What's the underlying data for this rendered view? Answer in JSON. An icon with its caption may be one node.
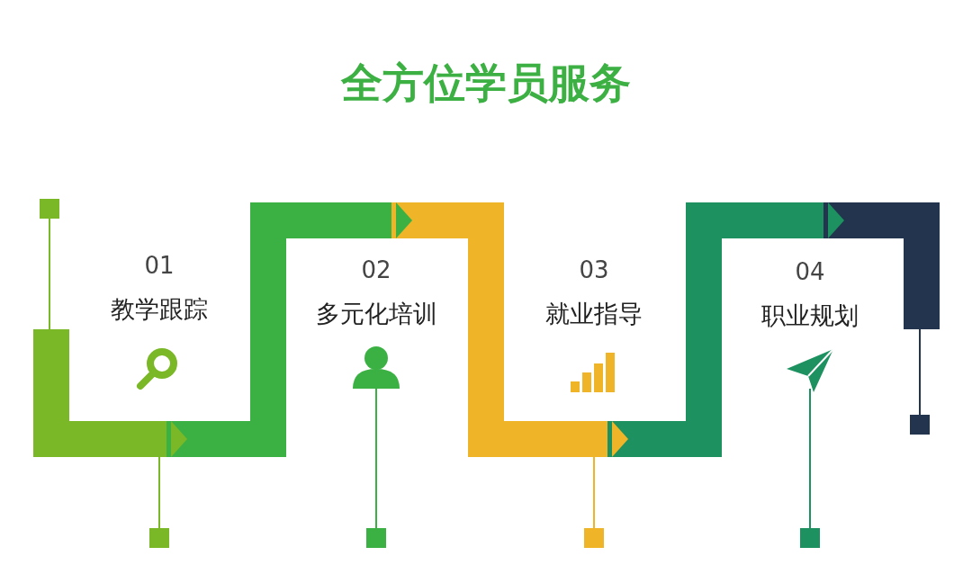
{
  "diagram": {
    "title": "全方位学员服务",
    "nodes": [
      {
        "text": [
          "01",
          "教学跟踪"
        ]
      },
      {
        "text": [
          "02",
          "多元化培训"
        ]
      },
      {
        "text": [
          "03",
          "就业指导"
        ]
      },
      {
        "text": [
          "04",
          "职业规划"
        ]
      }
    ]
  }
}
